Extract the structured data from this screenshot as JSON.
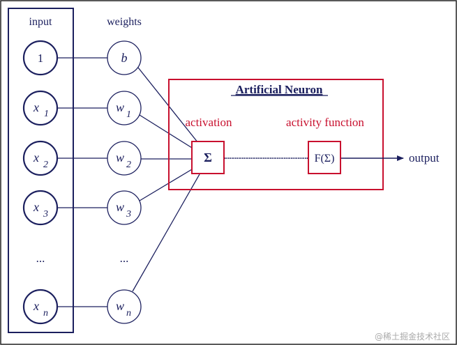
{
  "diagram": {
    "input_title": "input",
    "weights_title": "weights",
    "neuron_title": "Artificial Neuron",
    "activation_label": "activation",
    "activity_function_label": "activity function",
    "sum_symbol": "Σ",
    "function_label": "F(Σ)",
    "output_label": "output",
    "ellipsis": "...",
    "inputs": [
      {
        "main": "1",
        "sub": ""
      },
      {
        "main": "x",
        "sub": "1"
      },
      {
        "main": "x",
        "sub": "2"
      },
      {
        "main": "x",
        "sub": "3"
      },
      {
        "main": "x",
        "sub": "n"
      }
    ],
    "weights": [
      {
        "main": "b",
        "sub": ""
      },
      {
        "main": "w",
        "sub": "1"
      },
      {
        "main": "w",
        "sub": "2"
      },
      {
        "main": "w",
        "sub": "3"
      },
      {
        "main": "w",
        "sub": "n"
      }
    ]
  },
  "watermark": "@稀土掘金技术社区",
  "colors": {
    "navy": "#1b1f5e",
    "red": "#c8102e",
    "frame": "#222222"
  }
}
